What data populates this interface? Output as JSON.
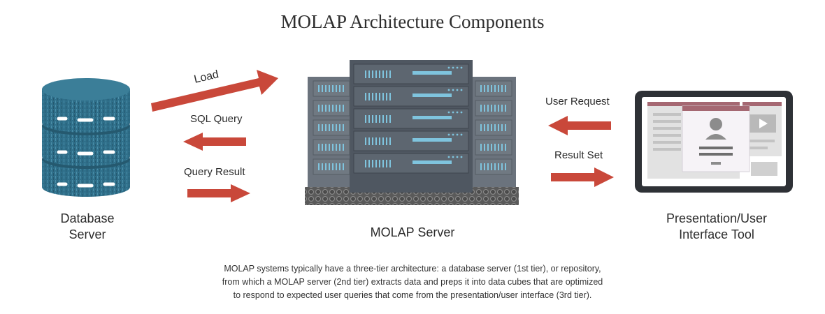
{
  "title": "MOLAP Architecture Components",
  "components": {
    "database_line1": "Database",
    "database_line2": "Server",
    "molap": "MOLAP Server",
    "presentation_line1": "Presentation/User",
    "presentation_line2": "Interface Tool"
  },
  "arrows": {
    "load": "Load",
    "sql_query": "SQL Query",
    "query_result": "Query Result",
    "user_request": "User Request",
    "result_set": "Result Set"
  },
  "caption": [
    "MOLAP systems typically have a three-tier architecture: a database server (1st tier), or repository,",
    "from which a MOLAP server (2nd tier) extracts data and preps it into data cubes that are optimized",
    "to respond to expected user queries that come from the presentation/user interface (3rd tier)."
  ],
  "colors": {
    "arrow": "#c9483a",
    "database": "#2f6f8a",
    "server": "#5a636e",
    "server_light": "#7fc4de",
    "tablet_frame": "#2e3136",
    "card_accent": "#a56872"
  }
}
